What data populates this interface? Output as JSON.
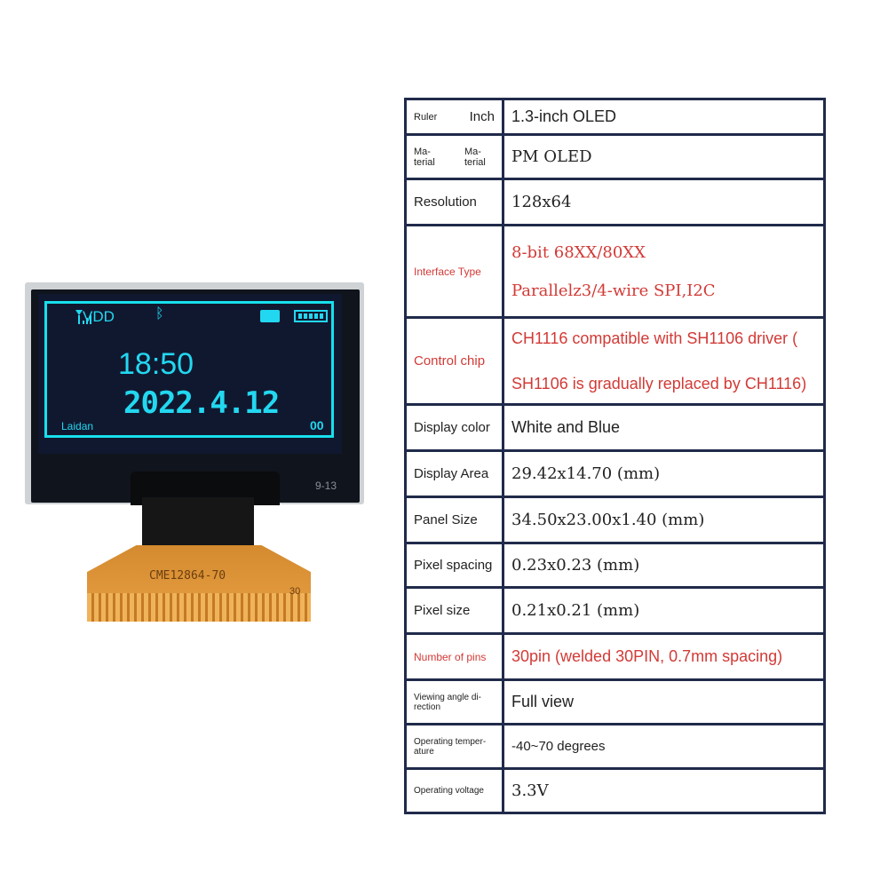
{
  "module_image": {
    "screen": {
      "status_text": "VDD",
      "time": "18:50",
      "date": "2022.4.12",
      "brand": "Laidan",
      "corner_text": "00"
    },
    "glass_mark": "9-13",
    "fpc_label": "CME12864-70",
    "fpc_number": "30",
    "colors": {
      "screen_text": "#22d8f0",
      "frame": "#17e0ec",
      "fpc": "#e8a045"
    }
  },
  "spec_table": {
    "rows": [
      {
        "key_a": "Ruler",
        "key_b": "Inch",
        "value": "1.3-inch OLED"
      },
      {
        "key_a": "Ma- terial",
        "key_b": "Ma- terial",
        "value": "PM OLED"
      },
      {
        "key": "Resolution",
        "value": "128x64"
      },
      {
        "key": "Interface Type",
        "value_line1": "8-bit 68XX/80XX",
        "value_line2": "Parallelz3/4-wire SPI,I2C",
        "highlight": true
      },
      {
        "key": "Control chip",
        "value_line1": "CH1116 compatible with SH1106 driver (",
        "value_line2": "SH1106 is gradually replaced by CH1116)",
        "highlight": true
      },
      {
        "key": "Display color",
        "value": "White and Blue"
      },
      {
        "key": "Display Area",
        "value": "29.42x14.70 (mm)"
      },
      {
        "key": "Panel Size",
        "value": "34.50x23.00x1.40 (mm)"
      },
      {
        "key": "Pixel spacing",
        "value": "0.23x0.23 (mm)"
      },
      {
        "key": "Pixel size",
        "value": "0.21x0.21 (mm)"
      },
      {
        "key": "Number of pins",
        "value": "30pin (welded 30PIN, 0.7mm spacing)",
        "highlight": true
      },
      {
        "key": "Viewing angle di- rection",
        "value": "Full view"
      },
      {
        "key": "Operating temper- ature",
        "value": "-40~70 degrees"
      },
      {
        "key": "Operating voltage",
        "value": "3.3V"
      }
    ],
    "highlight_color": "#d23a36",
    "border_color": "#202a4a"
  }
}
